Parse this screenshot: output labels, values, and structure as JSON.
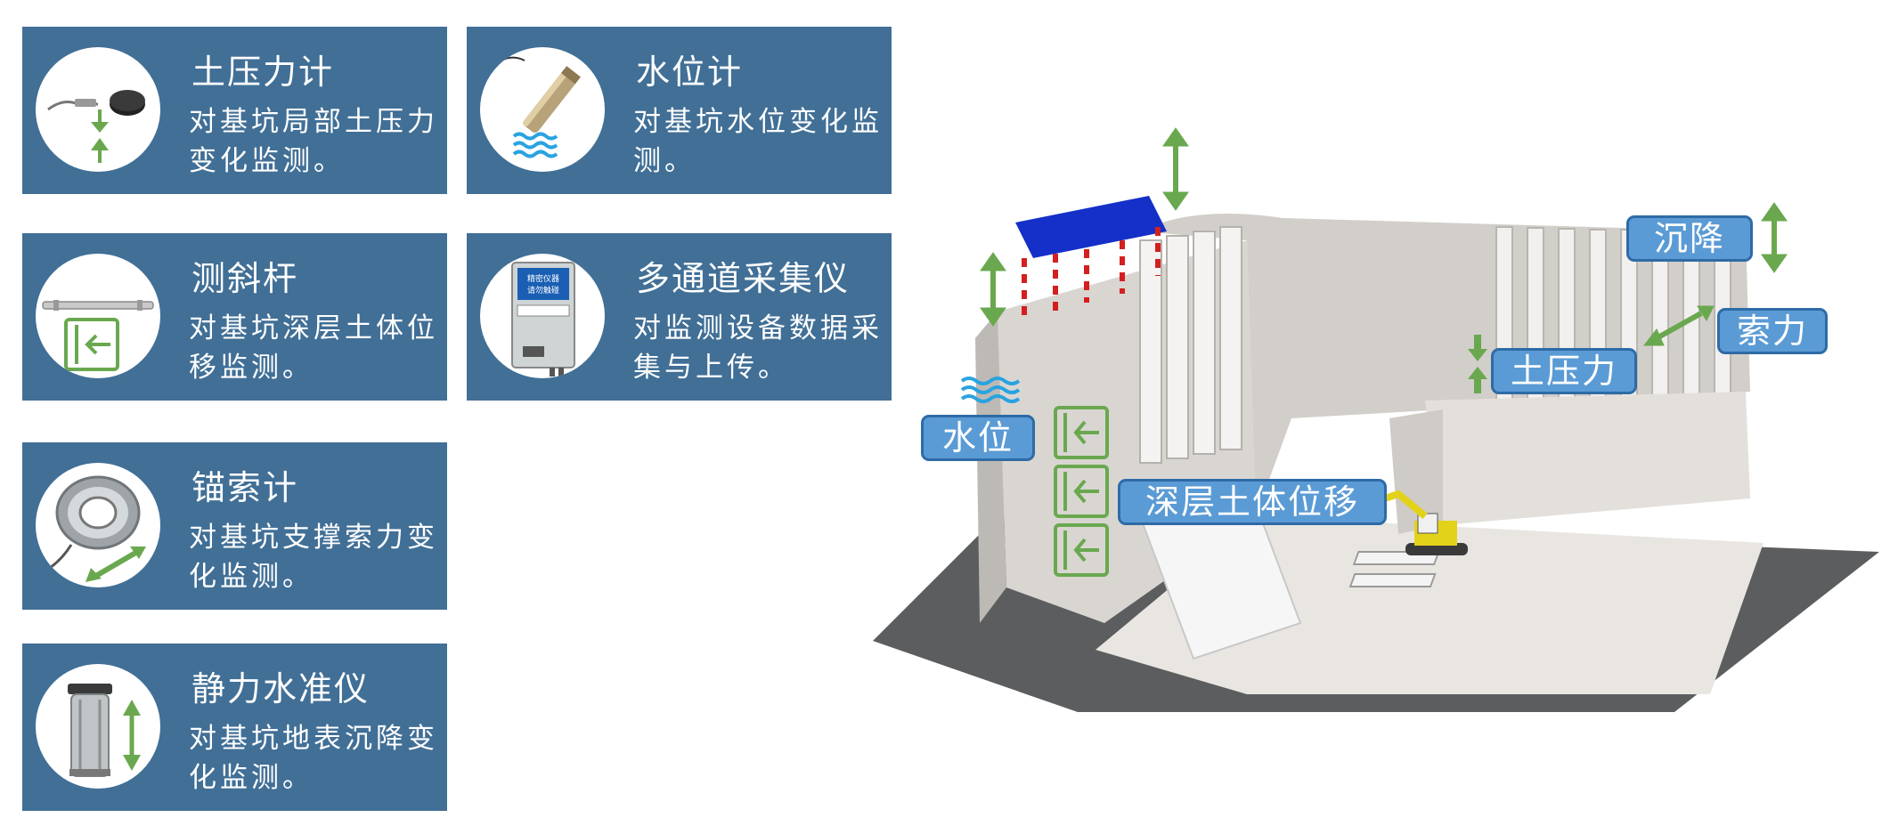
{
  "cards": [
    {
      "title": "土压力计",
      "description": "对基坑局部土压力变化监测。"
    },
    {
      "title": "水位计",
      "description": "对基坑水位变化监测。"
    },
    {
      "title": "测斜杆",
      "description": "对基坑深层土体位移监测。"
    },
    {
      "title": "多通道采集仪",
      "description": "对监测设备数据采集与上传。",
      "device_label_1": "精密仪器",
      "device_label_2": "请勿触碰"
    },
    {
      "title": "锚索计",
      "description": "对基坑支撑索力变化监测。"
    },
    {
      "title": "静力水准仪",
      "description": "对基坑地表沉降变化监测。"
    }
  ],
  "diagram": {
    "labels": {
      "settlement": "沉降",
      "cable_force": "索力",
      "earth_pressure": "土压力",
      "water_level": "水位",
      "deep_displacement": "深层土体位移"
    }
  },
  "colors": {
    "card_bg": "#416f96",
    "label_bg": "#5b9bd5",
    "label_border": "#2e6ba6",
    "arrow_green": "#6aa84f",
    "water_blue": "#29a3e0"
  },
  "icons": [
    "earth-pressure-cell-icon",
    "water-level-gauge-icon",
    "inclinometer-icon",
    "data-logger-icon",
    "anchor-cable-meter-icon",
    "hydrostatic-level-icon",
    "up-down-arrow-icon",
    "double-arrow-icon",
    "water-wave-icon",
    "displacement-arrow-icon",
    "excavator-icon"
  ]
}
